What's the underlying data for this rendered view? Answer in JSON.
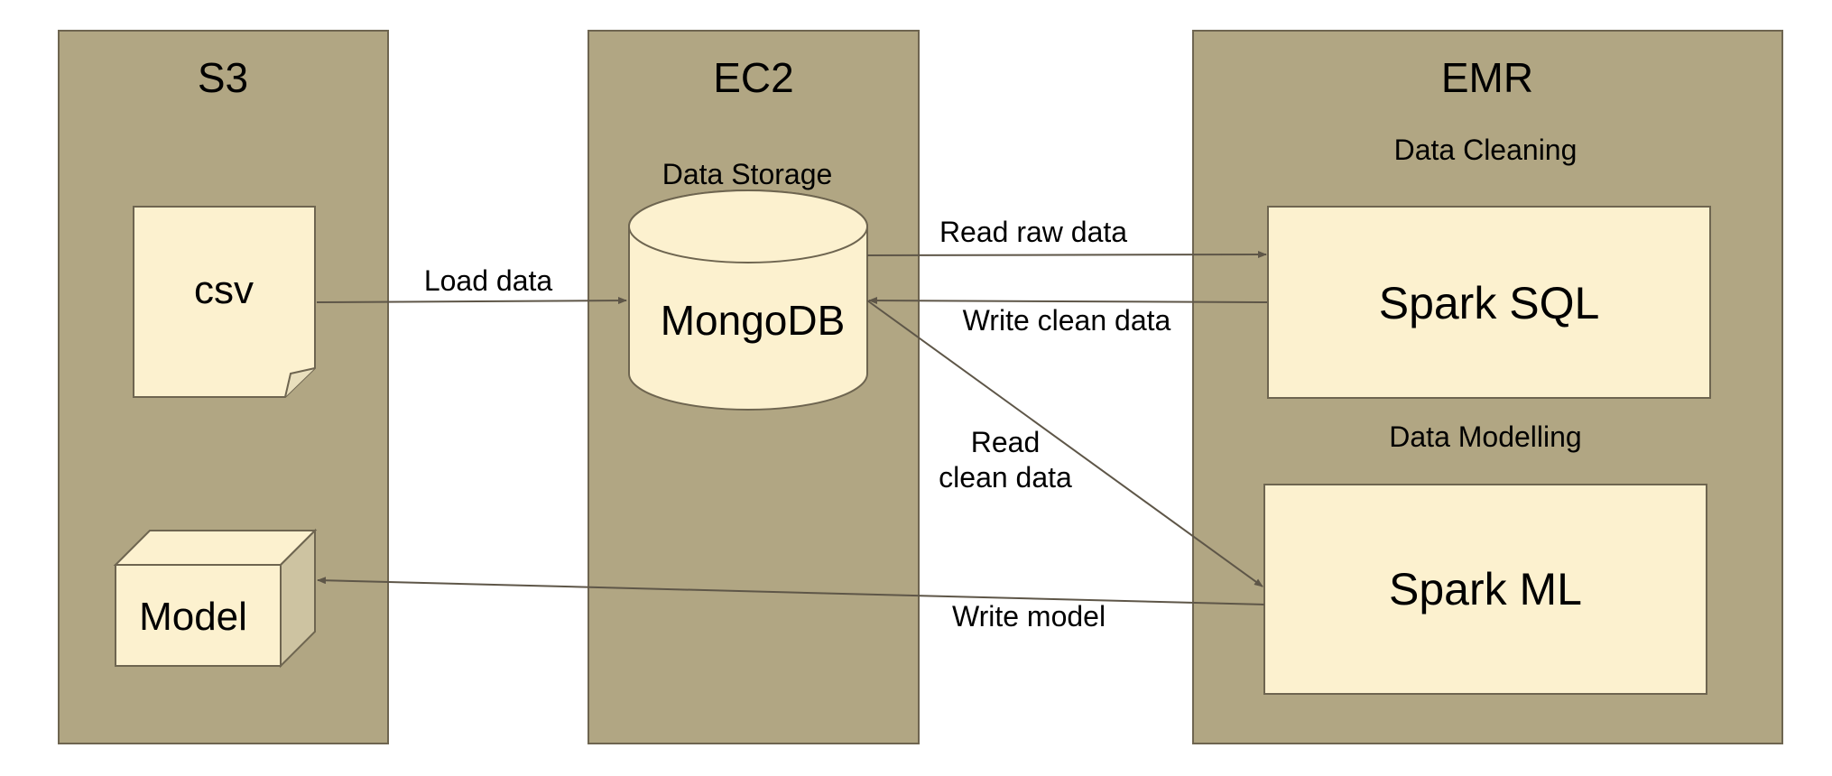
{
  "colors": {
    "panel_fill": "#b1a683",
    "panel_stroke": "#6e6550",
    "node_fill": "#fcf1cf",
    "node_stroke": "#6e6550",
    "cube_side": "#cdc3a1",
    "arrow": "#5e5648"
  },
  "columns": {
    "s3": {
      "title": "S3"
    },
    "ec2": {
      "title": "EC2"
    },
    "emr": {
      "title": "EMR"
    }
  },
  "nodes": {
    "csv": {
      "label": "csv",
      "shape": "note-icon"
    },
    "model": {
      "label": "Model",
      "shape": "cube-icon"
    },
    "mongodb": {
      "label": "MongoDB",
      "caption": "Data Storage",
      "shape": "database-cylinder-icon"
    },
    "spark_sql": {
      "label": "Spark SQL",
      "caption": "Data Cleaning"
    },
    "spark_ml": {
      "label": "Spark ML",
      "caption": "Data Modelling"
    }
  },
  "edges": {
    "load_data": {
      "label": "Load data",
      "from": "csv",
      "to": "mongodb"
    },
    "read_raw": {
      "label": "Read raw data",
      "from": "mongodb",
      "to": "spark_sql"
    },
    "write_clean": {
      "label": "Write clean data",
      "from": "spark_sql",
      "to": "mongodb"
    },
    "read_clean": {
      "label_line1": "Read",
      "label_line2": "clean data",
      "from": "mongodb",
      "to": "spark_ml"
    },
    "write_model": {
      "label": "Write model",
      "from": "spark_ml",
      "to": "model"
    }
  }
}
